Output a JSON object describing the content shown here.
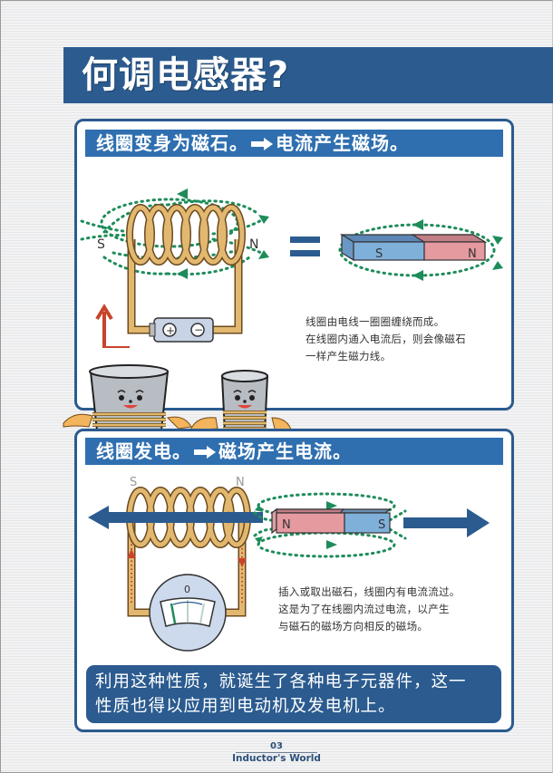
{
  "title": "何调电感器?",
  "section1": {
    "header_part1": "线圈变身为磁石。",
    "header_part2": "电流产生磁场。",
    "coil_pole_left": "S",
    "coil_pole_right": "N",
    "magnet_pole_left": "S",
    "magnet_pole_right": "N",
    "battery_plus": "+",
    "battery_minus": "−",
    "description": [
      "线圈由电线一圈圈缠绕而成。",
      "在线圈内通入电流后，则会像磁石",
      "一样产生磁力线。"
    ]
  },
  "section2": {
    "header_part1": "线圈发电。",
    "header_part2": "磁场产生电流。",
    "coil_pole_left": "S",
    "coil_pole_right": "N",
    "magnet_pole_left": "N",
    "magnet_pole_right": "S",
    "meter_zero": "0",
    "description": [
      "插入或取出磁石，线圈内有电流流过。",
      "这是为了在线圈内流过电流，以产生",
      "与磁石的磁场方向相反的磁场。"
    ],
    "summary": [
      "利用这种性质，就诞生了各种电子元器件，这一",
      "性质也得以应用到电动机及发电机上。"
    ]
  },
  "footer": {
    "page_number": "03",
    "publication": "Inductor's World"
  },
  "colors": {
    "brand_blue": "#2b5b8f",
    "header_blue": "#2f6fb0",
    "field_green": "#1e8c5a",
    "coil_gold": "#e2b870",
    "magnet_blue": "#7fb0da",
    "magnet_red": "#e59aa0",
    "current_red": "#c8442b"
  }
}
